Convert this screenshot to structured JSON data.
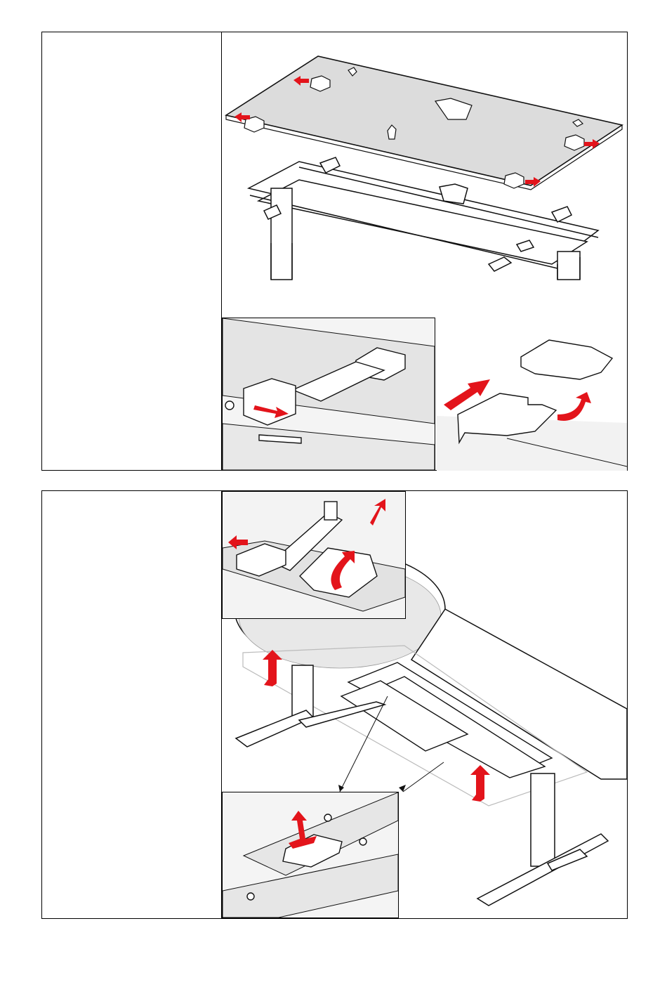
{
  "colors": {
    "arrow": "#e3141b",
    "ink": "#111111",
    "panel_fill": "#d9d9d9",
    "inset_bg": "#f2f2f2"
  },
  "panels": [
    {
      "id": "step-1",
      "text": "",
      "illustration": "tabletop-removal-from-frame",
      "icons": [
        "mounting-bracket-icon",
        "cable-tray-clip-icon",
        "red-arrow-icon",
        "curved-arrow-icon"
      ]
    },
    {
      "id": "step-2",
      "text": "",
      "illustration": "corner-desk-underside-frame",
      "icons": [
        "bracket-detail-icon",
        "lift-arrow-icon",
        "release-clip-icon"
      ]
    }
  ]
}
